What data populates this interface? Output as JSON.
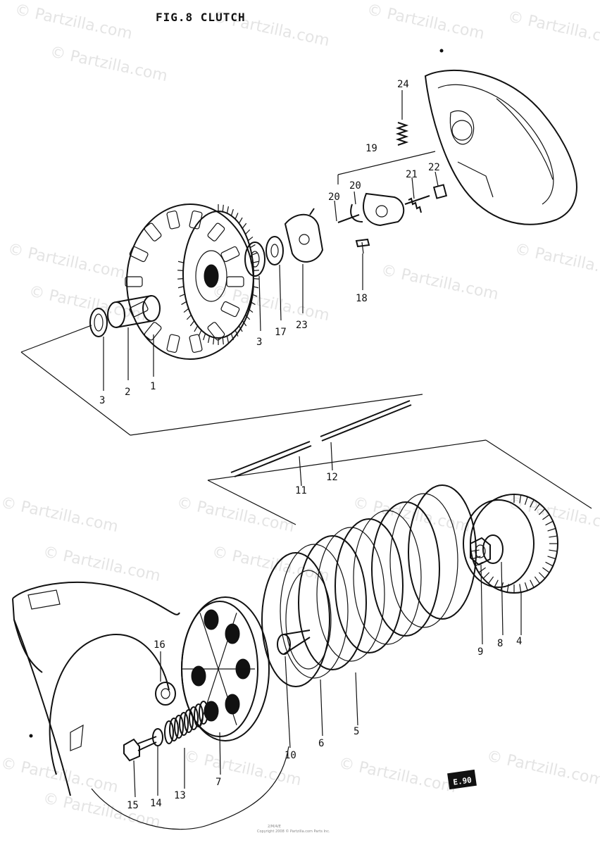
{
  "title": "FIG.8  CLUTCH",
  "watermark": "© Partzilla.com",
  "footer": {
    "code": "2/M/4/E",
    "copyright": "Copyright 2008 © Partzilla.com Parts Inc."
  },
  "badge": "E.90",
  "callouts": {
    "p1": "1",
    "p2": "2",
    "p3a": "3",
    "p3b": "3",
    "p4": "4",
    "p5": "5",
    "p6": "6",
    "p7": "7",
    "p8": "8",
    "p9": "9",
    "p10": "10",
    "p11": "11",
    "p12": "12",
    "p13": "13",
    "p14": "14",
    "p15": "15",
    "p16": "16",
    "p17": "17",
    "p18": "18",
    "p19": "19",
    "p20a": "20",
    "p20b": "20",
    "p21": "21",
    "p22": "22",
    "p23": "23",
    "p24": "24"
  },
  "colors": {
    "ink": "#111111",
    "watermark": "#cfcfcf",
    "paper": "#ffffff"
  }
}
